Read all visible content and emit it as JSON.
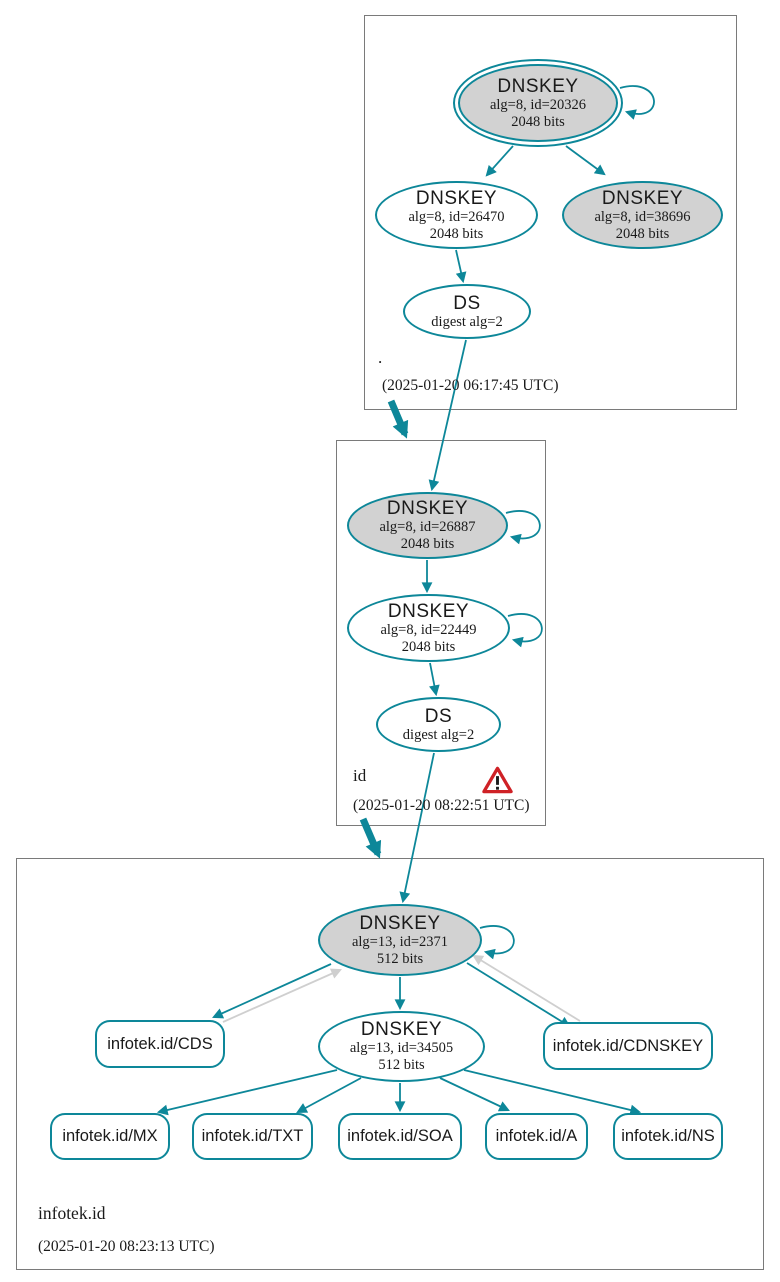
{
  "title": "DNSSEC authentication chain diagram",
  "colors": {
    "edge_teal": "#0d8799",
    "edge_gray": "#cfcfcf",
    "ksk_fill": "#d2d2d2",
    "node_fill": "#ffffff",
    "zone_border": "#7a7a7a",
    "warning_red": "#cf2126"
  },
  "zones": [
    {
      "name": ".",
      "timestamp": "(2025-01-20 06:17:45 UTC)",
      "has_warning": false,
      "nodes": {
        "ksk": {
          "title": "DNSKEY",
          "subtitle": "alg=8, id=20326",
          "bits": "2048 bits"
        },
        "zsk": {
          "title": "DNSKEY",
          "subtitle": "alg=8, id=26470",
          "bits": "2048 bits"
        },
        "key2": {
          "title": "DNSKEY",
          "subtitle": "alg=8, id=38696",
          "bits": "2048 bits"
        },
        "ds": {
          "title": "DS",
          "subtitle": "digest alg=2"
        }
      }
    },
    {
      "name": "id",
      "timestamp": "(2025-01-20 08:22:51 UTC)",
      "has_warning": true,
      "nodes": {
        "ksk": {
          "title": "DNSKEY",
          "subtitle": "alg=8, id=26887",
          "bits": "2048 bits"
        },
        "zsk": {
          "title": "DNSKEY",
          "subtitle": "alg=8, id=22449",
          "bits": "2048 bits"
        },
        "ds": {
          "title": "DS",
          "subtitle": "digest alg=2"
        }
      }
    },
    {
      "name": "infotek.id",
      "timestamp": "(2025-01-20 08:23:13 UTC)",
      "has_warning": false,
      "nodes": {
        "ksk": {
          "title": "DNSKEY",
          "subtitle": "alg=13, id=2371",
          "bits": "512 bits"
        },
        "zsk": {
          "title": "DNSKEY",
          "subtitle": "alg=13, id=34505",
          "bits": "512 bits"
        }
      },
      "rrsets": {
        "cds": {
          "label": "infotek.id/CDS"
        },
        "cdnskey": {
          "label": "infotek.id/CDNSKEY"
        },
        "mx": {
          "label": "infotek.id/MX"
        },
        "txt": {
          "label": "infotek.id/TXT"
        },
        "soa": {
          "label": "infotek.id/SOA"
        },
        "a": {
          "label": "infotek.id/A"
        },
        "ns": {
          "label": "infotek.id/NS"
        }
      }
    }
  ]
}
